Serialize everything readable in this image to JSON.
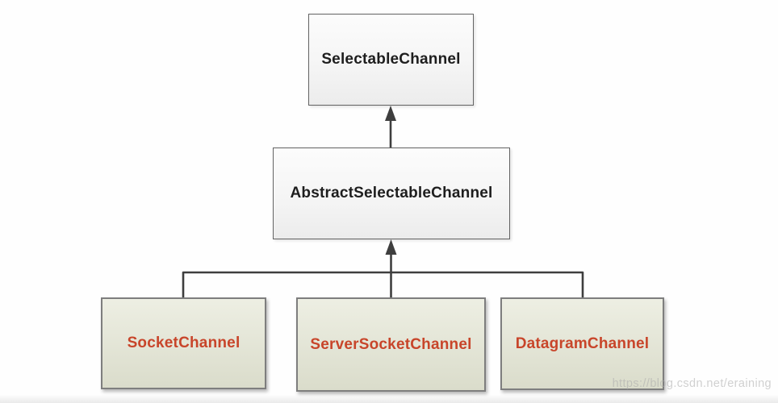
{
  "diagram": {
    "type": "class-hierarchy",
    "nodes": {
      "selectable_channel": {
        "label": "SelectableChannel"
      },
      "abstract_selectable_channel": {
        "label": "AbstractSelectableChannel"
      },
      "socket_channel": {
        "label": "SocketChannel"
      },
      "server_socket_channel": {
        "label": "ServerSocketChannel"
      },
      "datagram_channel": {
        "label": "DatagramChannel"
      }
    },
    "edges": [
      {
        "from": "AbstractSelectableChannel",
        "to": "SelectableChannel",
        "style": "arrow-up"
      },
      {
        "from": "SocketChannel",
        "to": "AbstractSelectableChannel",
        "style": "arrow-up"
      },
      {
        "from": "ServerSocketChannel",
        "to": "AbstractSelectableChannel",
        "style": "arrow-up"
      },
      {
        "from": "DatagramChannel",
        "to": "AbstractSelectableChannel",
        "style": "arrow-up"
      }
    ]
  },
  "colors": {
    "ink_line": "#3e3e3e",
    "light_node_border": "#636363",
    "olive_node_fill": "#e4e6d4",
    "olive_node_border": "#7e7e7e",
    "heading_text": "#1e1e1e",
    "subclass_text": "#c8452a",
    "watermark_text": "#ababab",
    "page_bg": "#fefefe"
  },
  "watermark": {
    "text": "https://blog.csdn.net/eraining"
  }
}
